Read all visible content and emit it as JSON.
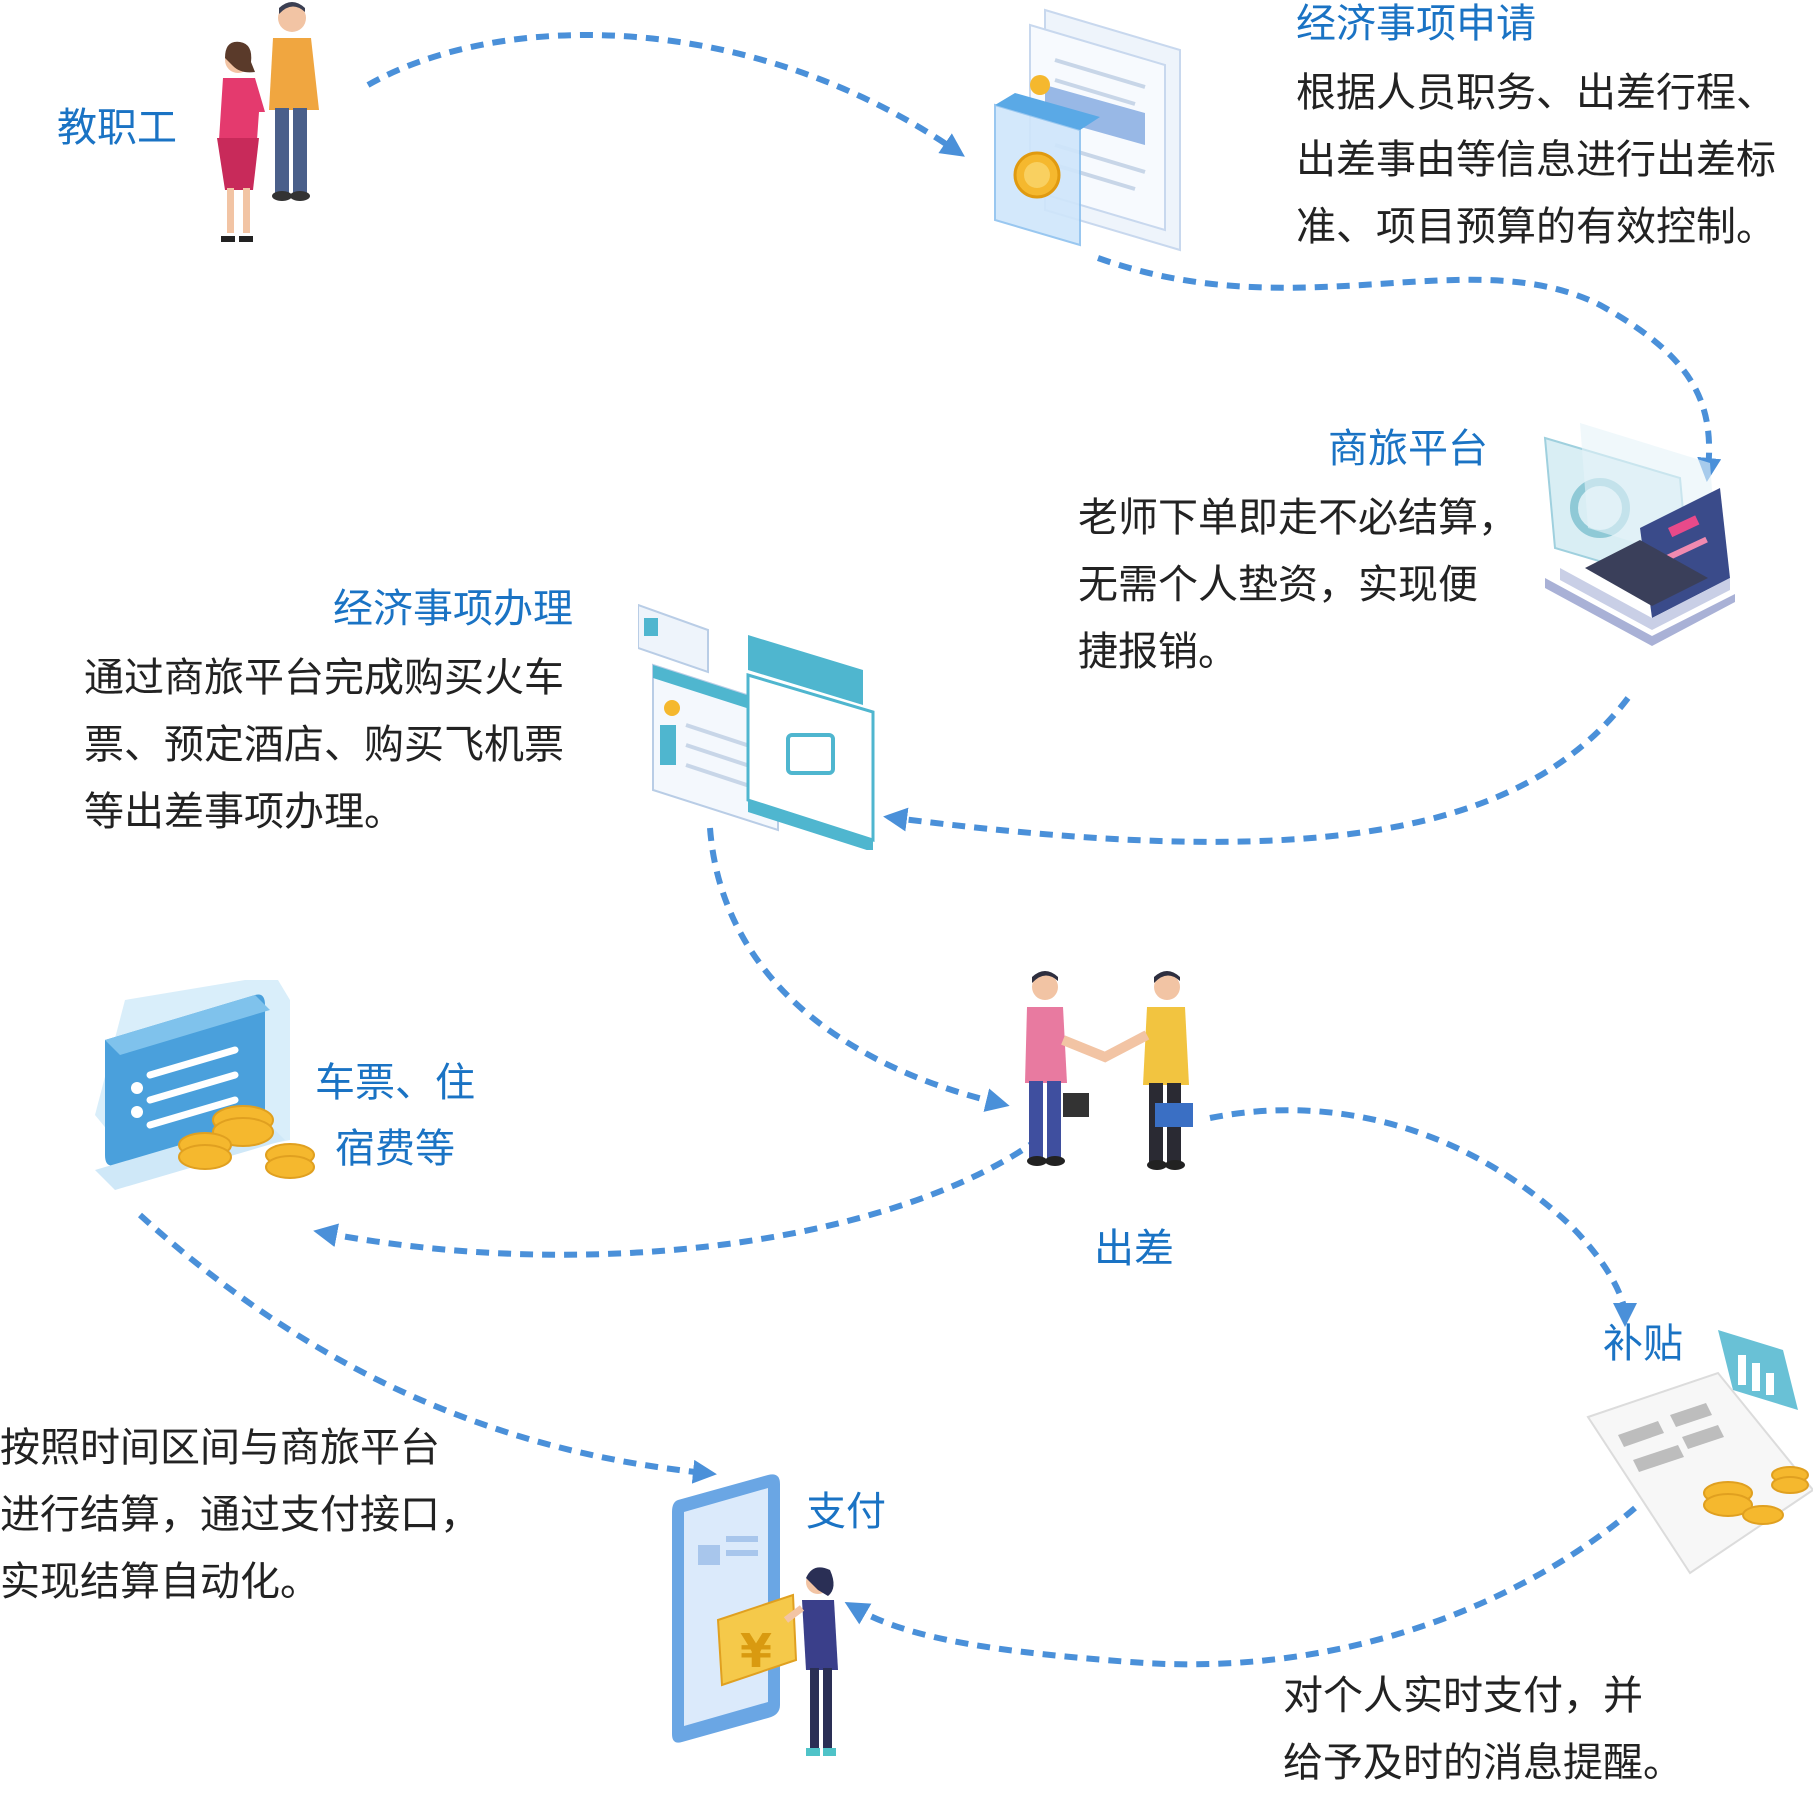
{
  "staff": {
    "title": "教职工"
  },
  "apply": {
    "title": "经济事项申请",
    "desc": [
      "根据人员职务、出差行程、",
      "出差事由等信息进行出差标",
      "准、项目预算的有效控制。"
    ]
  },
  "platform": {
    "title": "商旅平台",
    "desc": [
      "老师下单即走不必结算，",
      "无需个人垫资，实现便",
      "捷报销。"
    ]
  },
  "handle": {
    "title": "经济事项办理",
    "desc": [
      "通过商旅平台完成购买火车",
      "票、预定酒店、购买飞机票",
      "等出差事项办理。"
    ]
  },
  "trip": {
    "title": "出差"
  },
  "tickets": {
    "title": [
      "车票、住",
      "宿费等"
    ]
  },
  "subsidy": {
    "title": "补贴",
    "desc": [
      "对个人实时支付，并",
      "给予及时的消息提醒。"
    ]
  },
  "pay": {
    "title": "支付",
    "desc": [
      "按照时间区间与商旅平台",
      "进行结算，通过支付接口，",
      "实现结算自动化。"
    ],
    "yen": "¥"
  },
  "colors": {
    "accent": "#1a73c4",
    "arrow": "#4a90d9",
    "coin": "#f5b82e"
  }
}
